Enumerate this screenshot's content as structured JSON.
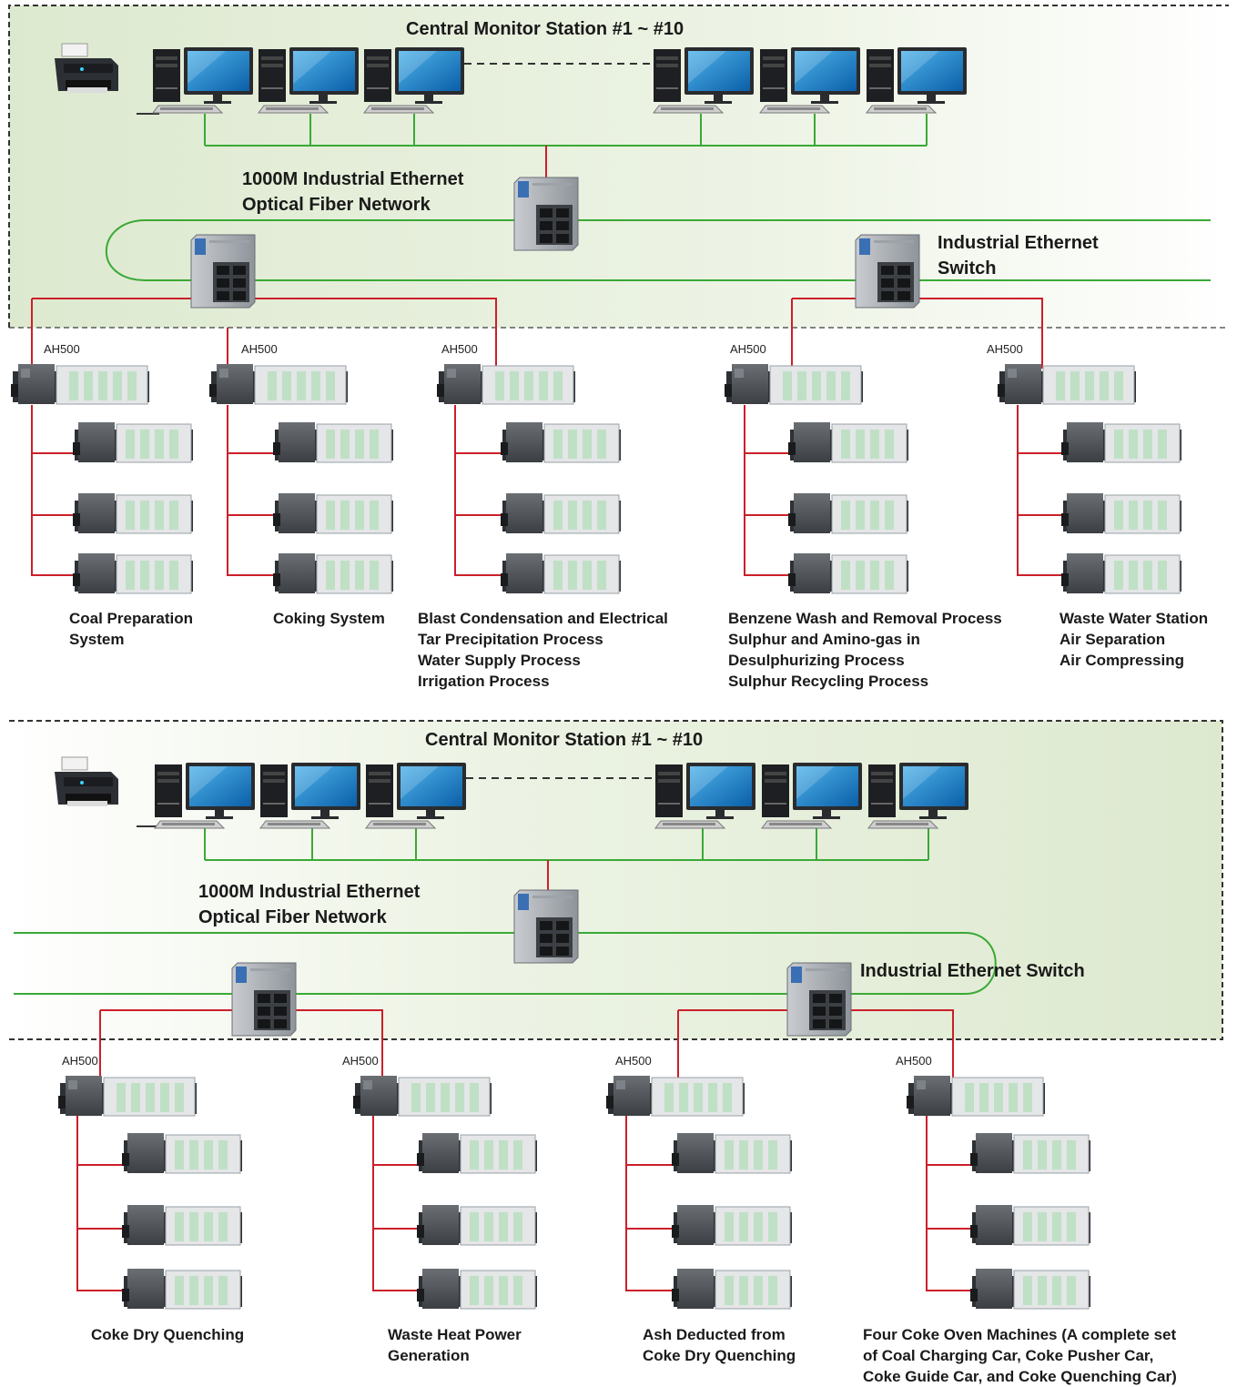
{
  "sections": [
    {
      "station_title": "Central Monitor Station #1 ~ #10",
      "network_label": "1000M Industrial Ethernet\nOptical Fiber Network",
      "switch_label": "Industrial Ethernet\nSwitch",
      "plc_label": "AH500",
      "systems": [
        "Coal Preparation\nSystem",
        "Coking System",
        "Blast Condensation and Electrical\nTar Precipitation Process\nWater Supply Process\nIrrigation Process",
        "Benzene Wash and Removal Process\nSulphur and Amino-gas in\nDesulphurizing Process\nSulphur Recycling Process",
        "Waste Water Station\nAir Separation\nAir Compressing"
      ]
    },
    {
      "station_title": "Central Monitor Station #1 ~ #10",
      "network_label": "1000M Industrial Ethernet\nOptical Fiber Network",
      "switch_label": "Industrial Ethernet Switch",
      "plc_label": "AH500",
      "systems": [
        "Coke Dry Quenching",
        "Waste Heat Power\nGeneration",
        "Ash Deducted from\nCoke Dry Quenching",
        "Four Coke Oven Machines (A complete set\nof Coal Charging Car, Coke Pusher Car,\nCoke Guide Car, and Coke Quenching Car)"
      ]
    }
  ],
  "colors": {
    "ring": "#3aa935",
    "link": "#cc1f2a",
    "boundary": "#333333",
    "zone": "#e4eed8"
  },
  "icons": [
    "printer-icon",
    "workstation-icon",
    "industrial-switch-icon",
    "plc-rack-icon"
  ]
}
